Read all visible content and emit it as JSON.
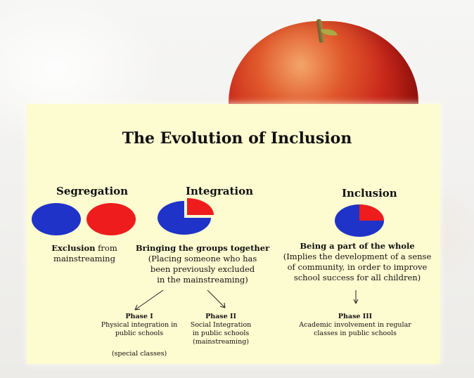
{
  "slide": {
    "title": "The Evolution of Inclusion",
    "colors": {
      "panel": "#fdfbd0",
      "blue": "#1f33c8",
      "red": "#ee1c1c",
      "apple_red": "#c9271a"
    },
    "background_image": "red-apple-photo",
    "segregation": {
      "heading": "Segregation",
      "desc_bold": "Exclusion",
      "desc_rest": " from",
      "desc_line2": "mainstreaming"
    },
    "integration": {
      "heading": "Integration",
      "desc_title": "Bringing the groups together",
      "desc_lines": [
        "(Placing someone who has",
        "been previously excluded",
        "in the mainstreaming)"
      ],
      "phase1": {
        "title": "Phase I",
        "lines": [
          "Physical integration in",
          "public schools"
        ],
        "note": "(special classes)"
      },
      "phase2": {
        "title": "Phase II",
        "lines": [
          "Social Integration",
          "in public schools",
          "(mainstreaming)"
        ]
      }
    },
    "inclusion": {
      "heading": "Inclusion",
      "desc_title": "Being a part of the whole",
      "desc_lines": [
        "(Implies the development of a sense",
        "of community, in order to improve",
        "school success for all children)"
      ],
      "phase3": {
        "title": "Phase III",
        "lines": [
          "Academic involvement in regular",
          "classes in public schools"
        ]
      }
    }
  }
}
